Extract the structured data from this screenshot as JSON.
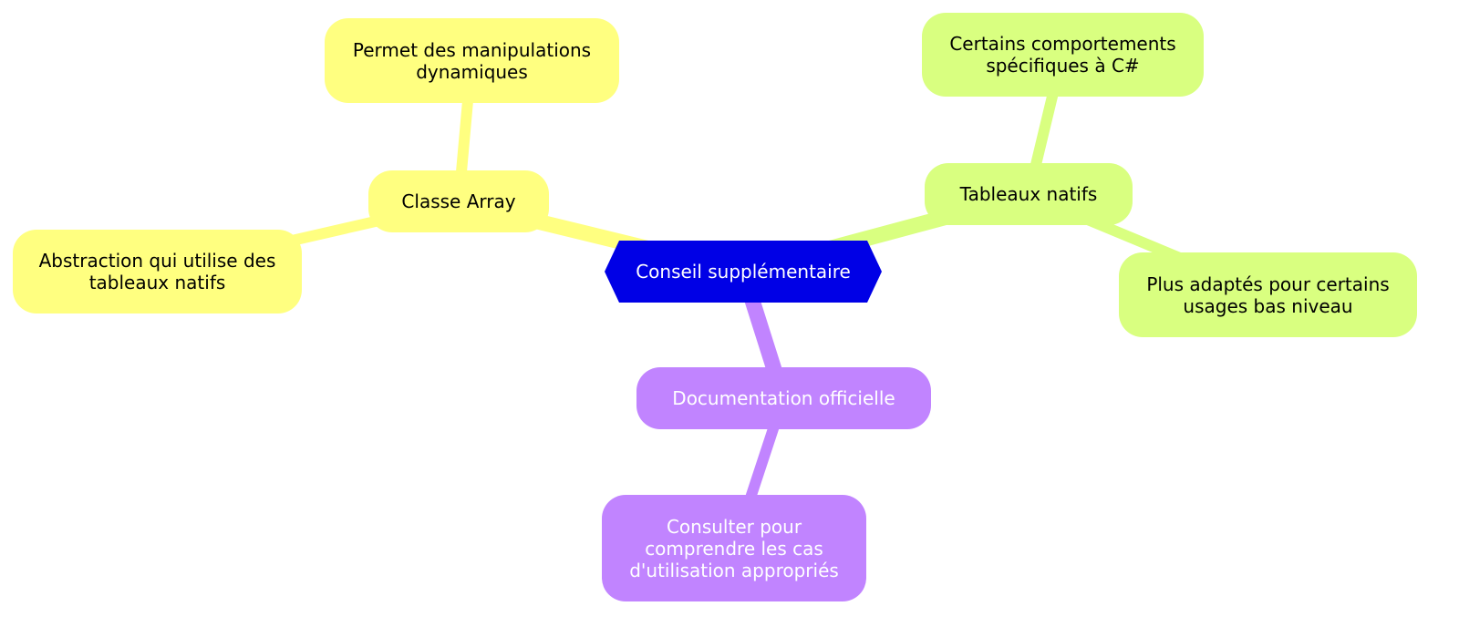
{
  "diagram": {
    "root": {
      "label": "Conseil supplémentaire"
    },
    "branches": [
      {
        "label": "Classe Array",
        "children": [
          {
            "label": "Permet des manipulations\ndynamiques"
          },
          {
            "label": "Abstraction qui utilise des\ntableaux natifs"
          }
        ]
      },
      {
        "label": "Tableaux natifs",
        "children": [
          {
            "label": "Certains comportements\nspécifiques à C#"
          },
          {
            "label": "Plus adaptés pour certains\nusages bas niveau"
          }
        ]
      },
      {
        "label": "Documentation officielle",
        "children": [
          {
            "label": "Consulter pour\ncomprendre les cas\nd'utilisation appropriés"
          }
        ]
      }
    ],
    "colors": {
      "root": "#0000e6",
      "branch_1": "#ffff80",
      "branch_2": "#d9ff80",
      "branch_3": "#c184ff"
    }
  }
}
